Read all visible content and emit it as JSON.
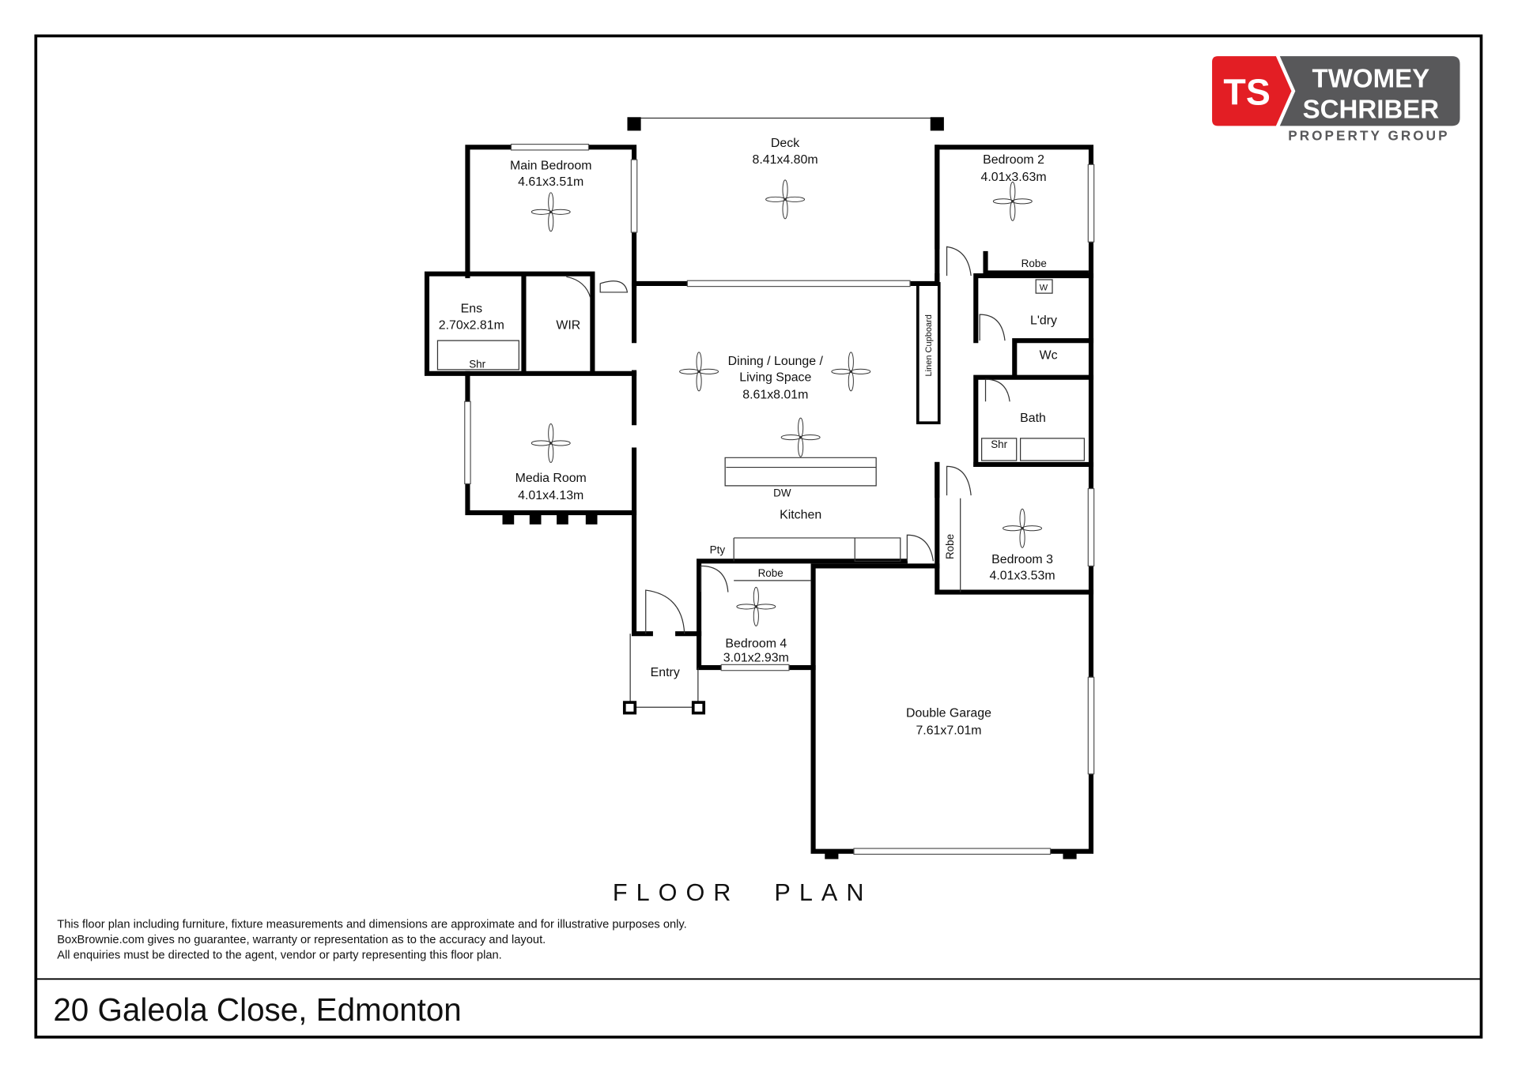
{
  "logo": {
    "mark": "TS",
    "line1": "TWOMEY",
    "line2": "SCHRIBER",
    "line3": "PROPERTY GROUP",
    "red": "#e31e24",
    "gray": "#58585a"
  },
  "rooms": {
    "main_bedroom": {
      "name": "Main Bedroom",
      "dims": "4.61x3.51m"
    },
    "deck": {
      "name": "Deck",
      "dims": "8.41x4.80m"
    },
    "bedroom2": {
      "name": "Bedroom 2",
      "dims": "4.01x3.63m"
    },
    "ensuite": {
      "name": "Ens",
      "dims": "2.70x2.81m"
    },
    "wir": {
      "name": "WIR"
    },
    "living": {
      "line1": "Dining / Lounge /",
      "line2": "Living Space",
      "dims": "8.61x8.01m"
    },
    "media": {
      "name": "Media Room",
      "dims": "4.01x4.13m"
    },
    "kitchen": {
      "name": "Kitchen"
    },
    "bedroom3": {
      "name": "Bedroom 3",
      "dims": "4.01x3.53m"
    },
    "bedroom4": {
      "name": "Bedroom 4",
      "dims": "3.01x2.93m"
    },
    "entry": {
      "name": "Entry"
    },
    "garage": {
      "name": "Double Garage",
      "dims": "7.61x7.01m"
    },
    "laundry": {
      "name": "L'dry"
    },
    "wc": {
      "name": "Wc"
    },
    "bath": {
      "name": "Bath"
    }
  },
  "fixtures": {
    "robe_bed2": "Robe",
    "robe_bed3": "Robe",
    "robe_bed4": "Robe",
    "shr_ens": "Shr",
    "shr_bath": "Shr",
    "pantry": "Pty",
    "dishwasher": "DW",
    "linen": "Linen Cupboard",
    "washer": "W"
  },
  "title": "FLOOR PLAN",
  "disclaimer": [
    "This floor plan including furniture, fixture measurements and dimensions are approximate and for illustrative purposes only.",
    "BoxBrownie.com gives no guarantee, warranty or representation as to the accuracy and layout.",
    "All enquiries must be directed to the agent, vendor or party representing this floor plan."
  ],
  "address": "20 Galeola Close, Edmonton"
}
